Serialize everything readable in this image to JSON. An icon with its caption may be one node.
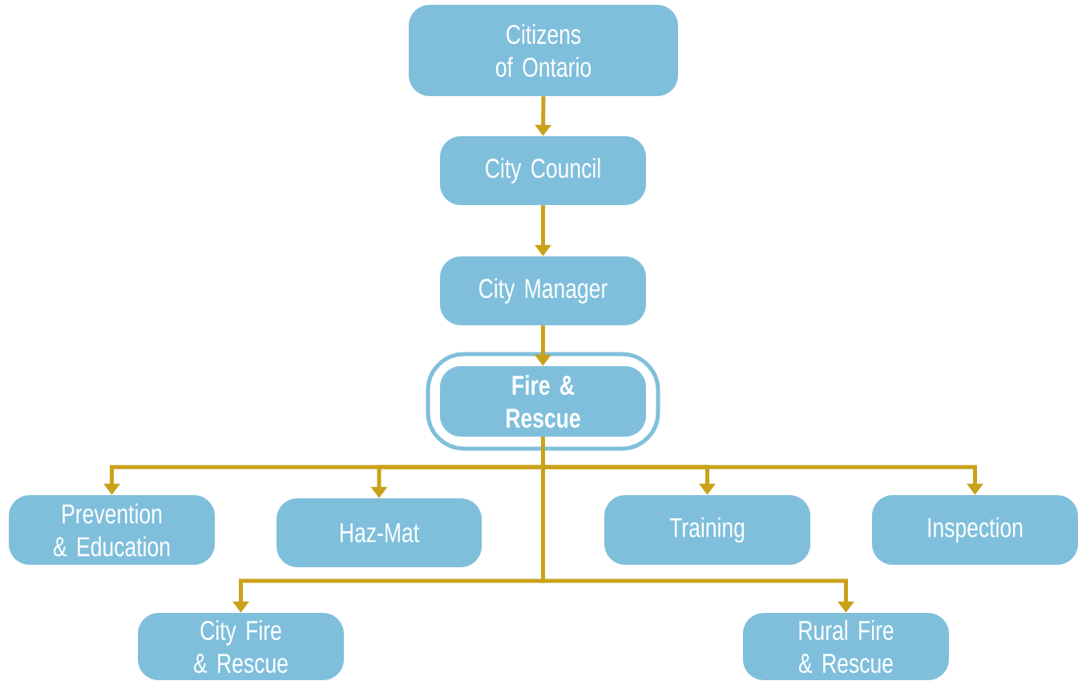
{
  "diagram": {
    "nodes": [
      {
        "text": [
          "Citizens of Ontario"
        ]
      },
      {
        "text": [
          "City Council"
        ]
      },
      {
        "text": [
          "City Manager"
        ]
      },
      {
        "text": [
          "Fire & Rescue"
        ]
      },
      {
        "text": [
          "Prevention & Education"
        ]
      },
      {
        "text": [
          "Haz-Mat"
        ]
      },
      {
        "text": [
          "Training"
        ]
      },
      {
        "text": [
          "Inspection"
        ]
      },
      {
        "text": [
          "City Fire & Rescue"
        ]
      },
      {
        "text": [
          "Rural Fire & Rescue"
        ]
      }
    ],
    "edges": [
      {
        "from": 0,
        "to": 1,
        "arrow": "to"
      },
      {
        "from": 1,
        "to": 2,
        "arrow": "to"
      },
      {
        "from": 2,
        "to": 3,
        "arrow": "to"
      },
      {
        "from": 3,
        "to": 4,
        "arrow": "to"
      },
      {
        "from": 3,
        "to": 5,
        "arrow": "to"
      },
      {
        "from": 3,
        "to": 6,
        "arrow": "to"
      },
      {
        "from": 3,
        "to": 7,
        "arrow": "to"
      },
      {
        "from": 3,
        "to": 8,
        "arrow": "to"
      },
      {
        "from": 3,
        "to": 9,
        "arrow": "to"
      }
    ]
  }
}
